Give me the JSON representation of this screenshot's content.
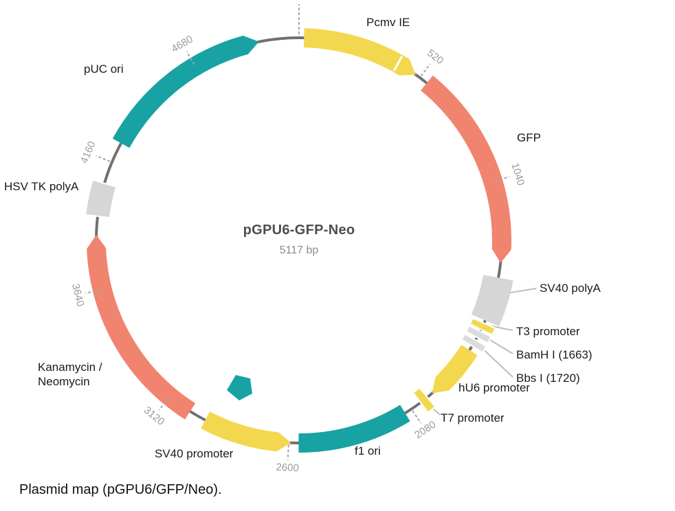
{
  "title": {
    "name": "pGPU6-GFP-Neo",
    "size": "5117 bp"
  },
  "caption": "Plasmid map (pGPU6/GFP/Neo).",
  "plasmid": {
    "total_bp": 5117,
    "colors": {
      "promoter": "#F3D84F",
      "gene": "#F1846F",
      "ori": "#18A2A4",
      "polya": "#D6D6D6",
      "site": "#DCDCDC",
      "ring": "#707070",
      "tick": "#A6A6A6",
      "tick_text": "#9B9B9B",
      "leader": "#BDBDBD"
    },
    "features": [
      {
        "id": "pcmv-ie",
        "label": "Pcmv IE",
        "start": 20,
        "end": 500,
        "shape": "arrow-cw",
        "size": "normal",
        "color": "promoter",
        "divider": 415
      },
      {
        "id": "gfp",
        "label": "GFP",
        "start": 555,
        "end": 1370,
        "shape": "arrow-cw",
        "size": "normal",
        "color": "gene"
      },
      {
        "id": "sv40-polya",
        "label": "SV40 polyA",
        "start": 1430,
        "end": 1610,
        "shape": "block",
        "size": "wide",
        "color": "polya"
      },
      {
        "id": "t3-promoter",
        "label": "T3 promoter",
        "start": 1622,
        "end": 1650,
        "shape": "block",
        "size": "sliver",
        "color": "promoter"
      },
      {
        "id": "bamhi",
        "label": "BamH I (1663)",
        "start": 1658,
        "end": 1686,
        "shape": "block",
        "size": "sliver",
        "color": "site"
      },
      {
        "id": "bbsi",
        "label": "Bbs I (1720)",
        "start": 1698,
        "end": 1726,
        "shape": "block",
        "size": "sliver",
        "color": "site"
      },
      {
        "id": "hu6-promoter",
        "label": "hU6 promoter",
        "start": 1745,
        "end": 1975,
        "shape": "arrow-cw",
        "size": "normal",
        "color": "promoter"
      },
      {
        "id": "t7-promoter",
        "label": "T7 promoter",
        "start": 2000,
        "end": 2035,
        "shape": "block",
        "size": "sliver",
        "color": "promoter"
      },
      {
        "id": "f1-ori",
        "label": "f1 ori",
        "start": 2110,
        "end": 2560,
        "shape": "block",
        "size": "normal",
        "color": "ori"
      },
      {
        "id": "sv40-promoter",
        "label": "SV40 promoter",
        "start": 2590,
        "end": 2950,
        "shape": "arrow-ccw",
        "size": "normal",
        "color": "promoter"
      },
      {
        "id": "kan-neo",
        "label": "Kanamycin /",
        "label2": "Neomycin",
        "start": 3020,
        "end": 3860,
        "shape": "arrow-cw",
        "size": "normal",
        "color": "gene"
      },
      {
        "id": "hsv-tk-polya",
        "label": "HSV TK polyA",
        "start": 3935,
        "end": 4070,
        "shape": "block",
        "size": "sliver",
        "color": "polya"
      },
      {
        "id": "puc-ori",
        "label": "pUC ori",
        "start": 4245,
        "end": 4955,
        "shape": "arrow-cw",
        "size": "normal",
        "color": "ori"
      }
    ],
    "ticks": [
      {
        "pos": 0,
        "label": ""
      },
      {
        "pos": 520,
        "label": "520"
      },
      {
        "pos": 1040,
        "label": "1040"
      },
      {
        "pos": 2080,
        "label": "2080"
      },
      {
        "pos": 2600,
        "label": "2600"
      },
      {
        "pos": 3120,
        "label": "3120"
      },
      {
        "pos": 3640,
        "label": "3640"
      },
      {
        "pos": 4160,
        "label": "4160"
      },
      {
        "pos": 4680,
        "label": "4680"
      }
    ]
  }
}
